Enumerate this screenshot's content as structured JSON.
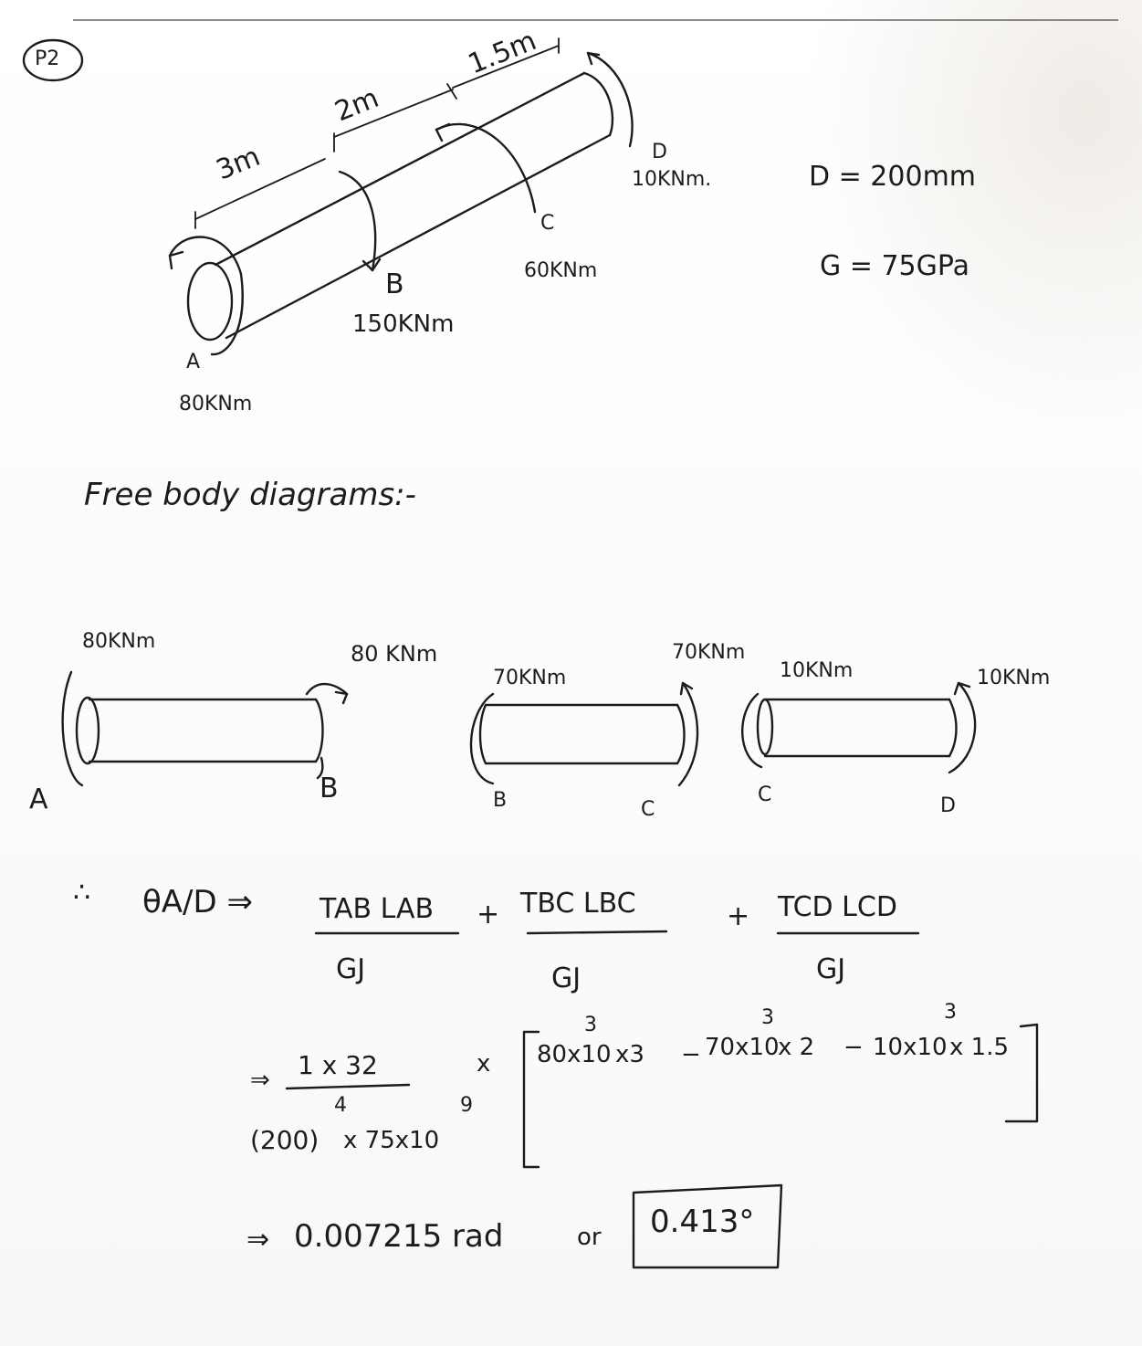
{
  "problem": {
    "number": "P2",
    "diagram": {
      "lengths": {
        "ab": "3m",
        "bc": "2m",
        "cd": "1.5m"
      },
      "points": {
        "a": "A",
        "b": "B",
        "c": "C",
        "d": "D"
      },
      "torques": {
        "a": "80KNm",
        "b": "150KNm",
        "c": "60KNm",
        "d": "10KNm."
      }
    },
    "given": {
      "diameter": "D = 200mm",
      "modulus": "G = 75GPa"
    }
  },
  "fbd": {
    "heading": "Free body diagrams:-",
    "ab": {
      "left_torque": "80KNm",
      "right_torque": "80 KNm",
      "left_point": "A",
      "right_point": "B"
    },
    "bc": {
      "left_torque": "70KNm",
      "right_torque": "70KNm",
      "left_point": "B",
      "right_point": "C"
    },
    "cd": {
      "left_torque": "10KNm",
      "right_torque": "10KNm",
      "left_point": "C",
      "right_point": "D"
    }
  },
  "solution": {
    "therefore": "∴",
    "lhs": "θA/D ⇒",
    "term1": {
      "num": "TAB LAB",
      "den": "GJ"
    },
    "term2": {
      "num": "TBC LBC",
      "den": "GJ"
    },
    "term3": {
      "num": "TCD LCD",
      "den": "GJ"
    },
    "plus": "+",
    "minus": "−",
    "step2": {
      "arrow": "⇒",
      "frac_num": "1 x 32",
      "frac_den_base": "(200)",
      "frac_den_exp": "4",
      "frac_den_rest": "x 75x10",
      "frac_den_rest_exp": "9",
      "times": "x",
      "b1": "80x10",
      "b1_exp": "3",
      "b1_tail": "x3",
      "b2": "70x10",
      "b2_exp": "3",
      "b2_tail": "x 2",
      "b3": "10x10",
      "b3_exp": "3",
      "b3_tail": "x 1.5"
    },
    "result": {
      "arrow": "⇒",
      "rad": "0.007215 rad",
      "or": "or",
      "deg": "0.413°"
    }
  }
}
